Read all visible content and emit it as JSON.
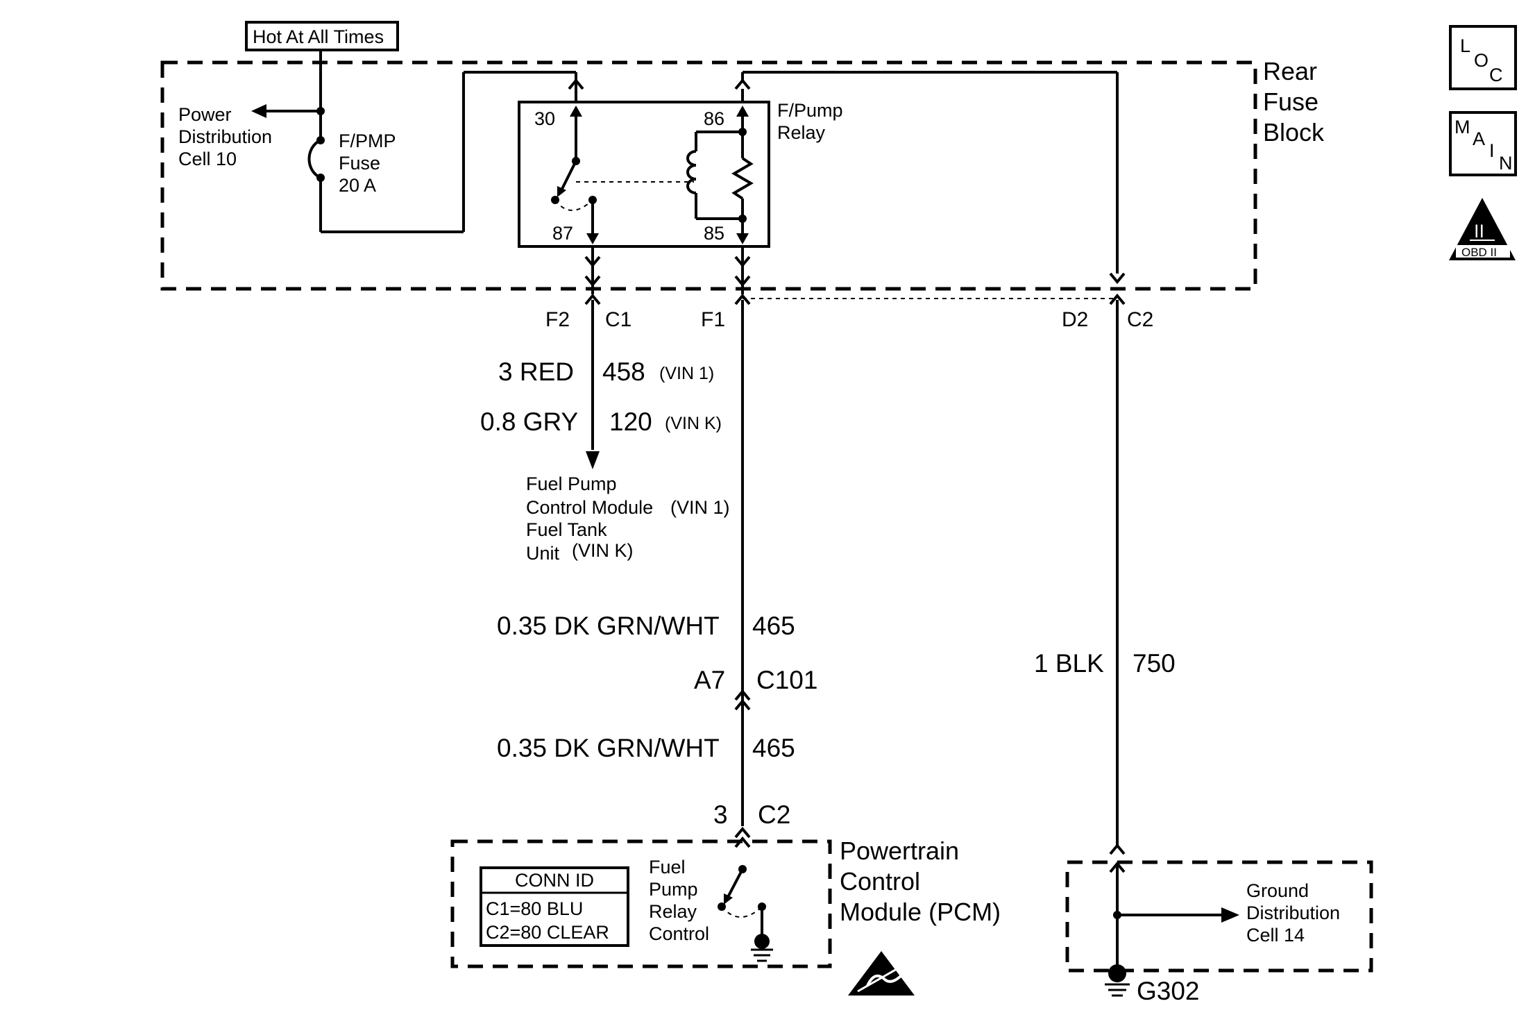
{
  "top": {
    "hot_label": "Hot At All Times"
  },
  "rear_fuse_block": {
    "title_line1": "Rear",
    "title_line2": "Fuse",
    "title_line3": "Block"
  },
  "power_distribution": {
    "line1": "Power",
    "line2": "Distribution",
    "line3": "Cell 10"
  },
  "fuse": {
    "line1": "F/PMP",
    "line2": "Fuse",
    "line3": "20 A"
  },
  "relay": {
    "name_line1": "F/Pump",
    "name_line2": "Relay",
    "pin_30": "30",
    "pin_86": "86",
    "pin_87": "87",
    "pin_85": "85"
  },
  "connectors": {
    "f2": "F2",
    "c1": "C1",
    "f1": "F1",
    "d2": "D2",
    "c2_top": "C2",
    "a7": "A7",
    "c101": "C101",
    "pcm_pin": "3",
    "pcm_conn": "C2"
  },
  "wires": {
    "red_gauge": "3 RED",
    "red_circuit": "458",
    "red_vin": "(VIN 1)",
    "gry_gauge": "0.8 GRY",
    "gry_circuit": "120",
    "gry_vin": "(VIN K)",
    "grn_upper_gauge": "0.35 DK GRN/WHT",
    "grn_upper_circuit": "465",
    "grn_lower_gauge": "0.35 DK GRN/WHT",
    "grn_lower_circuit": "465",
    "blk_gauge": "1 BLK",
    "blk_circuit": "750"
  },
  "fuel_pump": {
    "line1": "Fuel Pump",
    "line2": "Control Module",
    "line2_vin": "(VIN 1)",
    "line3": "Fuel Tank",
    "line4": "Unit",
    "line4_vin": "(VIN K)"
  },
  "pcm": {
    "title_line1": "Powertrain",
    "title_line2": "Control",
    "title_line3": "Module (PCM)",
    "conn_id_header": "CONN ID",
    "conn_id_c1": "C1=80 BLU",
    "conn_id_c2": "C2=80 CLEAR",
    "switch_line1": "Fuel",
    "switch_line2": "Pump",
    "switch_line3": "Relay",
    "switch_line4": "Control"
  },
  "ground": {
    "line1": "Ground",
    "line2": "Distribution",
    "line3": "Cell 14",
    "ground_id": "G302"
  },
  "legend": {
    "loc_l": "L",
    "loc_o": "O",
    "loc_c": "C",
    "main_m": "M",
    "main_a": "A",
    "main_i": "I",
    "main_n": "N",
    "obd_numeral": "II",
    "obd_label": "OBD II"
  }
}
